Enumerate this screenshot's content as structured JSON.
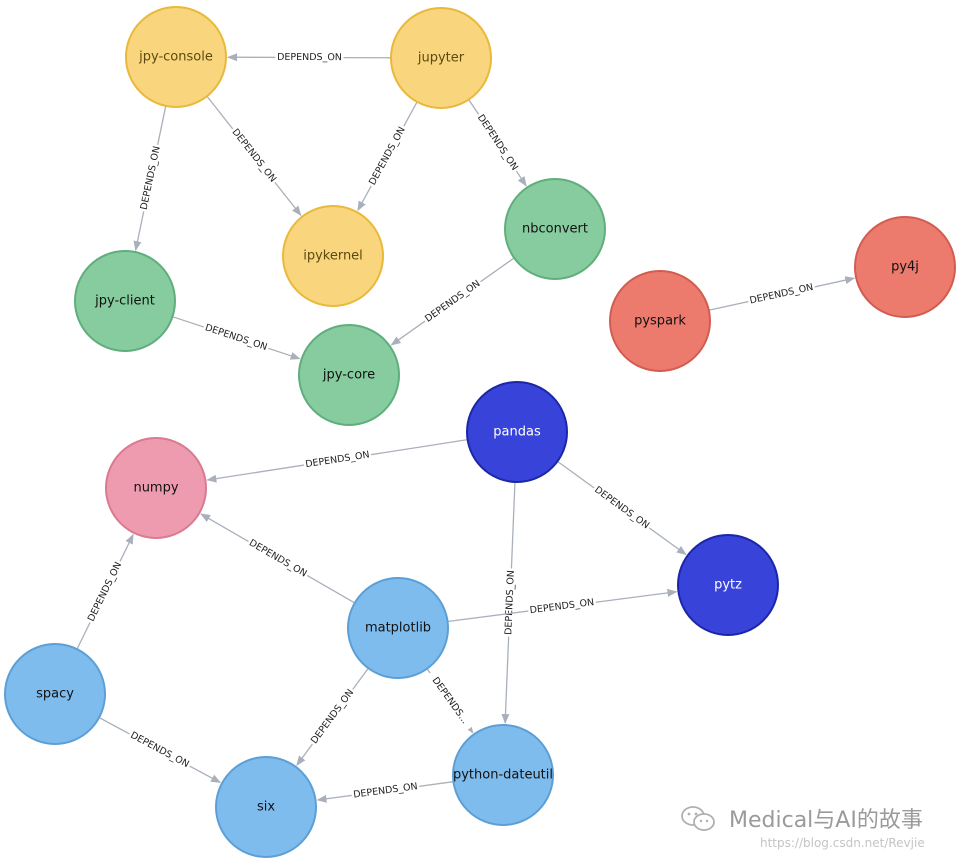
{
  "palette": {
    "yellow": {
      "fill": "#f9d57e",
      "stroke": "#e8b93a",
      "text": "#5a4a10"
    },
    "green": {
      "fill": "#86cc9e",
      "stroke": "#5fae7c",
      "text": "#111111"
    },
    "red": {
      "fill": "#ec7b6e",
      "stroke": "#d25c50",
      "text": "#111111"
    },
    "pink": {
      "fill": "#ee9bb0",
      "stroke": "#d97a92",
      "text": "#111111"
    },
    "darkblue": {
      "fill": "#3743d9",
      "stroke": "#1c27a8",
      "text": "#ffffff"
    },
    "lightblue": {
      "fill": "#7fbcee",
      "stroke": "#5c9fd6",
      "text": "#111111"
    },
    "edge": "#a9b0bb"
  },
  "nodes": [
    {
      "id": "jpy-console",
      "label": "jpy-console",
      "color": "yellow"
    },
    {
      "id": "jupyter",
      "label": "jupyter",
      "color": "yellow"
    },
    {
      "id": "ipykernel",
      "label": "ipykernel",
      "color": "yellow"
    },
    {
      "id": "nbconvert",
      "label": "nbconvert",
      "color": "green"
    },
    {
      "id": "jpy-client",
      "label": "jpy-client",
      "color": "green"
    },
    {
      "id": "jpy-core",
      "label": "jpy-core",
      "color": "green"
    },
    {
      "id": "pyspark",
      "label": "pyspark",
      "color": "red"
    },
    {
      "id": "py4j",
      "label": "py4j",
      "color": "red"
    },
    {
      "id": "pandas",
      "label": "pandas",
      "color": "darkblue"
    },
    {
      "id": "numpy",
      "label": "numpy",
      "color": "pink"
    },
    {
      "id": "pytz",
      "label": "pytz",
      "color": "darkblue"
    },
    {
      "id": "matplotlib",
      "label": "matplotlib",
      "color": "lightblue"
    },
    {
      "id": "spacy",
      "label": "spacy",
      "color": "lightblue"
    },
    {
      "id": "six",
      "label": "six",
      "color": "lightblue"
    },
    {
      "id": "python-dateutil",
      "label": "python-dateutil",
      "color": "lightblue"
    }
  ],
  "edges": [
    {
      "from": "jupyter",
      "to": "jpy-console",
      "label": "DEPENDS_ON"
    },
    {
      "from": "jupyter",
      "to": "ipykernel",
      "label": "DEPENDS_ON"
    },
    {
      "from": "jupyter",
      "to": "nbconvert",
      "label": "DEPENDS_ON"
    },
    {
      "from": "jpy-console",
      "to": "ipykernel",
      "label": "DEPENDS_ON"
    },
    {
      "from": "jpy-console",
      "to": "jpy-client",
      "label": "DEPENDS_ON"
    },
    {
      "from": "jpy-client",
      "to": "jpy-core",
      "label": "DEPENDS_ON"
    },
    {
      "from": "nbconvert",
      "to": "jpy-core",
      "label": "DEPENDS_ON"
    },
    {
      "from": "pyspark",
      "to": "py4j",
      "label": "DEPENDS_ON"
    },
    {
      "from": "pandas",
      "to": "numpy",
      "label": "DEPENDS_ON"
    },
    {
      "from": "pandas",
      "to": "pytz",
      "label": "DEPENDS_ON"
    },
    {
      "from": "pandas",
      "to": "python-dateutil",
      "label": "DEPENDS_ON"
    },
    {
      "from": "matplotlib",
      "to": "numpy",
      "label": "DEPENDS_ON"
    },
    {
      "from": "matplotlib",
      "to": "pytz",
      "label": "DEPENDS_ON"
    },
    {
      "from": "matplotlib",
      "to": "six",
      "label": "DEPENDS_ON"
    },
    {
      "from": "matplotlib",
      "to": "python-dateutil",
      "label": "DEPENDS..."
    },
    {
      "from": "spacy",
      "to": "numpy",
      "label": "DEPENDS_ON"
    },
    {
      "from": "spacy",
      "to": "six",
      "label": "DEPENDS_ON"
    },
    {
      "from": "python-dateutil",
      "to": "six",
      "label": "DEPENDS_ON"
    }
  ],
  "watermark": {
    "text": "Medical与AI的故事",
    "icon": "wechat-icon",
    "url": "https://blog.csdn.net/Revjie"
  }
}
